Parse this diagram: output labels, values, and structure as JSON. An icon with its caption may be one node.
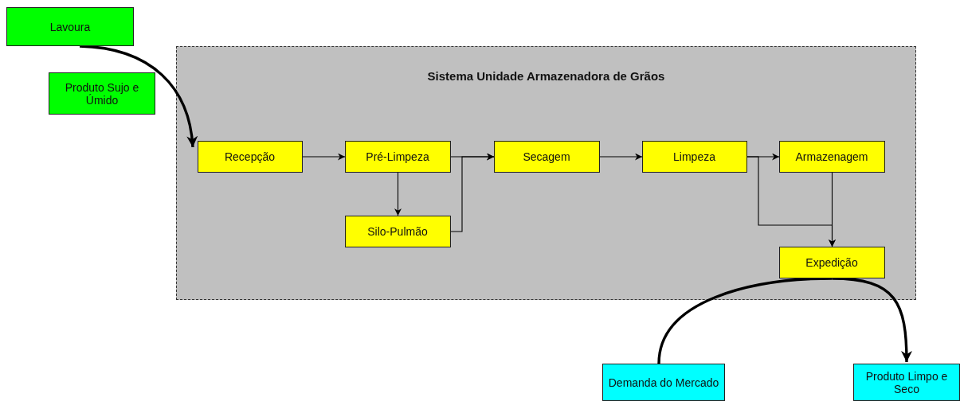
{
  "diagram": {
    "nodes": [
      {
        "text": [
          "Lavoura"
        ]
      },
      {
        "text": [
          "Produto Sujo e Úmido"
        ]
      },
      {
        "text": [
          "Sistema Unidade Armazenadora de Grãos"
        ]
      },
      {
        "text": [
          "Recepção"
        ],
        "in": 2
      },
      {
        "text": [
          "Pré-Limpeza"
        ],
        "in": 2
      },
      {
        "text": [
          "Silo-Pulmão"
        ],
        "in": 2
      },
      {
        "text": [
          "Secagem"
        ],
        "in": 2
      },
      {
        "text": [
          "Limpeza"
        ],
        "in": 2
      },
      {
        "text": [
          "Armazenagem"
        ],
        "in": 2
      },
      {
        "text": [
          "Expedição"
        ],
        "in": 2
      },
      {
        "text": [
          "Demanda do Mercado"
        ]
      },
      {
        "text": [
          "Produto Limpo e Seco"
        ]
      }
    ],
    "edges": [
      {
        "from": 0,
        "to": 3,
        "arrow": "to",
        "style": "thick"
      },
      {
        "from": 3,
        "to": 4,
        "arrow": "to"
      },
      {
        "from": 4,
        "to": 5,
        "arrow": "to"
      },
      {
        "from": 4,
        "to": 6,
        "arrow": "to"
      },
      {
        "from": 5,
        "to": 6,
        "arrow": "to"
      },
      {
        "from": 6,
        "to": 7,
        "arrow": "to"
      },
      {
        "from": 7,
        "to": 8,
        "arrow": "to"
      },
      {
        "from": 7,
        "to": 9,
        "arrow": "to"
      },
      {
        "from": 8,
        "to": 9,
        "arrow": "to"
      },
      {
        "from": 10,
        "to": 9,
        "arrow": "none",
        "style": "thick"
      },
      {
        "from": 9,
        "to": 11,
        "arrow": "to",
        "style": "thick"
      }
    ]
  }
}
